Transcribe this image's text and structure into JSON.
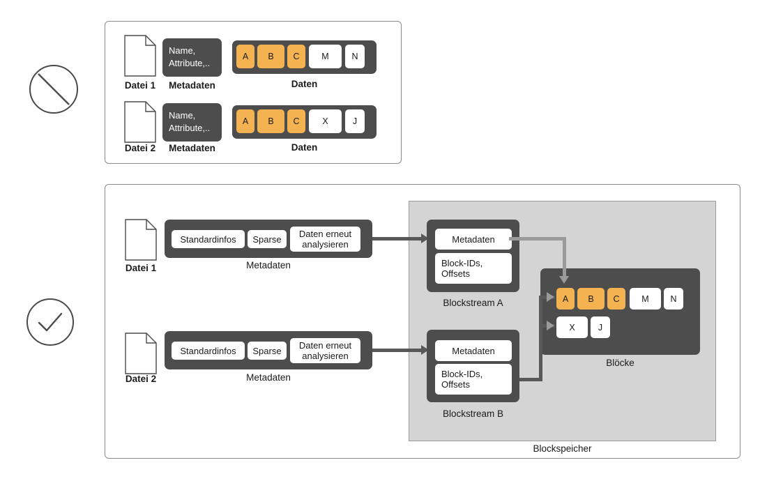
{
  "diagram": {
    "title_hidden": "",
    "colors": {
      "orange_block": "#f4b350",
      "dark_box": "#4d4d4d",
      "storage_gray": "#d4d4d4",
      "connector": "#585858",
      "panel_border": "#8a8a8a"
    }
  },
  "bad_panel": {
    "status_icon": "prohibition-icon",
    "rows": [
      {
        "file_label": "Datei 1",
        "metadata_lines": [
          "Name,",
          "Attribute,.."
        ],
        "metadata_caption": "Metadaten",
        "data_caption": "Daten",
        "blocks": [
          {
            "label": "A",
            "kind": "orange"
          },
          {
            "label": "B",
            "kind": "orange"
          },
          {
            "label": "C",
            "kind": "orange"
          },
          {
            "label": "M",
            "kind": "white"
          },
          {
            "label": "N",
            "kind": "white"
          }
        ]
      },
      {
        "file_label": "Datei 2",
        "metadata_lines": [
          "Name,",
          "Attribute,.."
        ],
        "metadata_caption": "Metadaten",
        "data_caption": "Daten",
        "blocks": [
          {
            "label": "A",
            "kind": "orange"
          },
          {
            "label": "B",
            "kind": "orange"
          },
          {
            "label": "C",
            "kind": "orange"
          },
          {
            "label": "X",
            "kind": "white"
          },
          {
            "label": "J",
            "kind": "white"
          }
        ]
      }
    ]
  },
  "good_panel": {
    "status_icon": "check-circle-icon",
    "files": [
      {
        "file_label": "Datei 1",
        "metadata_caption": "Metadaten",
        "pills": [
          "Standardinfos",
          "Sparse",
          "Daten erneut analysieren"
        ]
      },
      {
        "file_label": "Datei 2",
        "metadata_caption": "Metadaten",
        "pills": [
          "Standardinfos",
          "Sparse",
          "Daten erneut analysieren"
        ]
      }
    ],
    "storage": {
      "caption": "Blockspeicher",
      "blockstreams": [
        {
          "caption": "Blockstream A",
          "pills": [
            "Metadaten",
            "Block-IDs, Offsets"
          ],
          "pill_metadaten": "Metadaten",
          "pill_blockids": "Block-IDs,\nOffsets",
          "pill_blockids_line1": "Block-IDs,",
          "pill_blockids_line2": "Offsets"
        },
        {
          "caption": "Blockstream B",
          "pills": [
            "Metadaten",
            "Block-IDs, Offsets"
          ],
          "pill_metadaten": "Metadaten",
          "pill_blockids_line1": "Block-IDs,",
          "pill_blockids_line2": "Offsets"
        }
      ],
      "blocks_box": {
        "caption": "Blöcke",
        "row1": [
          {
            "label": "A",
            "kind": "orange"
          },
          {
            "label": "B",
            "kind": "orange"
          },
          {
            "label": "C",
            "kind": "orange"
          },
          {
            "label": "M",
            "kind": "white"
          },
          {
            "label": "N",
            "kind": "white"
          }
        ],
        "row2": [
          {
            "label": "X",
            "kind": "white"
          },
          {
            "label": "J",
            "kind": "white"
          }
        ]
      }
    }
  }
}
